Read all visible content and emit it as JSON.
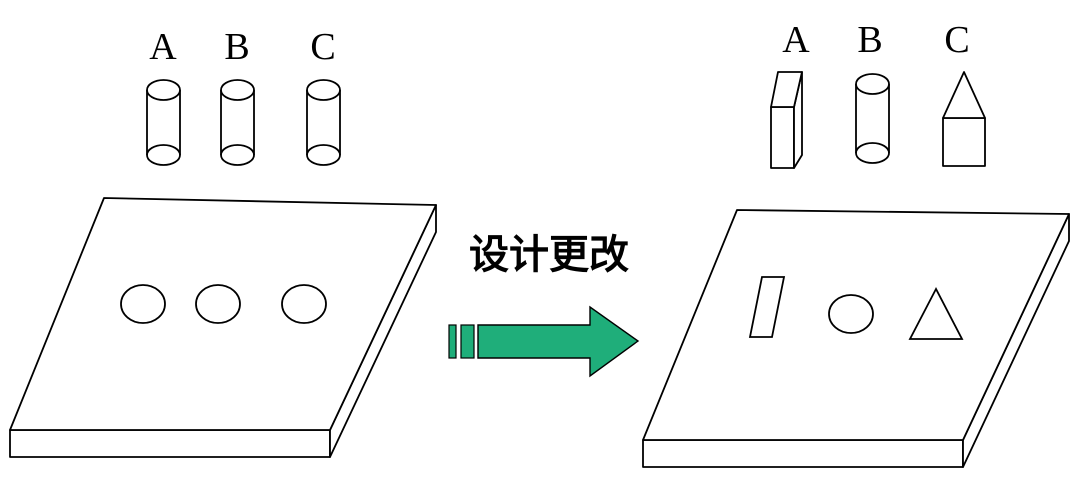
{
  "before": {
    "labels": [
      "A",
      "B",
      "C"
    ]
  },
  "after": {
    "labels": [
      "A",
      "B",
      "C"
    ]
  },
  "caption": "设计更改",
  "colors": {
    "arrow_fill": "#1fae7a",
    "arrow_stroke": "#000000",
    "line": "#000000",
    "background": "#ffffff"
  }
}
